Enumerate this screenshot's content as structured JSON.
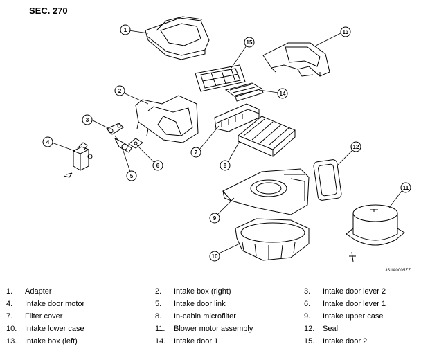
{
  "section": "SEC. 270",
  "figure_id": "JSIIA0005ZZ",
  "callouts": [
    "1",
    "2",
    "3",
    "4",
    "5",
    "6",
    "7",
    "8",
    "9",
    "10",
    "11",
    "12",
    "13",
    "14",
    "15"
  ],
  "legend": [
    {
      "num": "1.",
      "name": "Adapter"
    },
    {
      "num": "2.",
      "name": "Intake box (right)"
    },
    {
      "num": "3.",
      "name": "Intake door lever 2"
    },
    {
      "num": "4.",
      "name": "Intake door motor"
    },
    {
      "num": "5.",
      "name": "Intake door link"
    },
    {
      "num": "6.",
      "name": "Intake door lever 1"
    },
    {
      "num": "7.",
      "name": "Filter cover"
    },
    {
      "num": "8.",
      "name": "In-cabin microfilter"
    },
    {
      "num": "9.",
      "name": "Intake upper case"
    },
    {
      "num": "10.",
      "name": "Intake lower case"
    },
    {
      "num": "11.",
      "name": "Blower motor assembly"
    },
    {
      "num": "12.",
      "name": "Seal"
    },
    {
      "num": "13.",
      "name": "Intake box (left)"
    },
    {
      "num": "14.",
      "name": "Intake door 1"
    },
    {
      "num": "15.",
      "name": "Intake door 2"
    }
  ]
}
